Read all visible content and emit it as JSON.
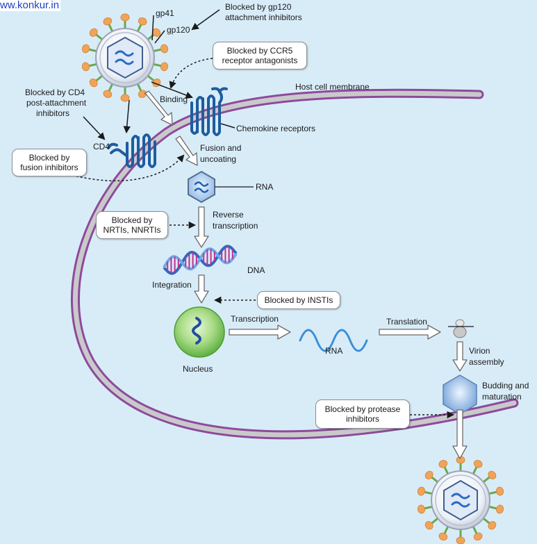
{
  "watermark": "ww.konkur.in",
  "colors": {
    "background": "#d8ecf8",
    "membrane_outer": "#8e4a9a",
    "membrane_inner": "#c9c9cc",
    "receptor": "#1d5d9e",
    "spike_head": "#f0a45a",
    "spike_stem": "#6aa84f",
    "nucleus": "#7cc75f",
    "strand": "#2a6cc0"
  },
  "labels": {
    "gp41": "gp41",
    "gp120": "gp120",
    "host_membrane": "Host cell membrane",
    "binding": "Binding",
    "chemokine": "Chemokine receptors",
    "cd4": "CD4",
    "fusion_line1": "Fusion and",
    "fusion_line2": "uncoating",
    "rna1": "RNA",
    "rt_line1": "Reverse",
    "rt_line2": "transcription",
    "dna": "DNA",
    "integration": "Integration",
    "transcription": "Transcription",
    "translation": "Translation",
    "rna2": "RNA",
    "nucleus": "Nucleus",
    "virion_line1": "Virion",
    "virion_line2": "assembly",
    "budding_line1": "Budding and",
    "budding_line2": "maturation"
  },
  "plain_notes": {
    "gp120_line1": "Blocked by gp120",
    "gp120_line2": "attachment inhibitors",
    "cd4post_line1": "Blocked by CD4",
    "cd4post_line2": "post-attachment",
    "cd4post_line3": "inhibitors"
  },
  "boxes": {
    "ccr5_line1": "Blocked by CCR5",
    "ccr5_line2": "receptor antagonists",
    "fusion_line1": "Blocked by",
    "fusion_line2": "fusion inhibitors",
    "nrti_line1": "Blocked by",
    "nrti_line2": "NRTIs, NNRTIs",
    "insti": "Blocked by INSTIs",
    "protease_line1": "Blocked by protease",
    "protease_line2": "inhibitors"
  }
}
